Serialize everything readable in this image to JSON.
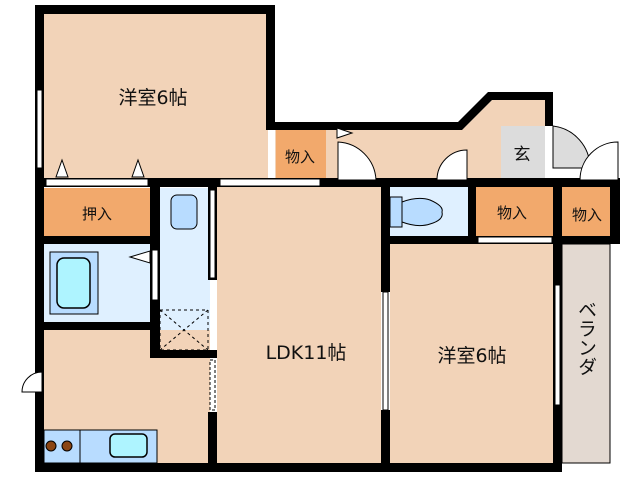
{
  "floor_plan": {
    "rooms": {
      "western_room_1": "洋室6帖",
      "western_room_2": "洋室6帖",
      "ldk": "LDK11帖",
      "closet_oshiire": "押入",
      "storage_1": "物入",
      "storage_2": "物入",
      "storage_3": "物入",
      "entrance": "玄",
      "balcony": "ベランダ"
    },
    "colors": {
      "room": "#f2d3b8",
      "storage": "#f2a96c",
      "wet_area": "#dff0ff",
      "entrance": "#dcdcdc",
      "balcony": "#e3d9d1",
      "wall": "#000000"
    }
  }
}
